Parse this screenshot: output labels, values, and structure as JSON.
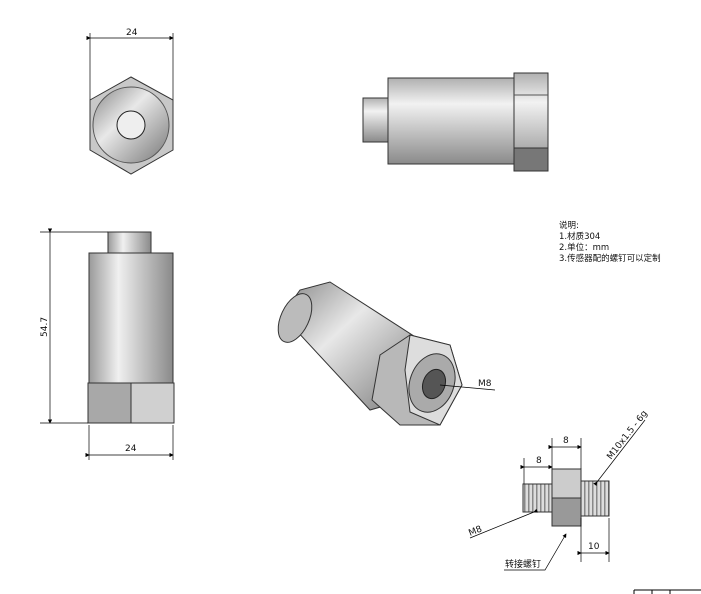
{
  "dimensions": {
    "top_width": "24",
    "height": "54.7",
    "front_width": "24",
    "iso_thread": "M8",
    "adapter_left_len": "8",
    "adapter_hex_len": "8",
    "adapter_right_len": "10",
    "adapter_thread_left": "M8",
    "adapter_thread_right": "M10x1.5 - 6g"
  },
  "labels": {
    "adapter_name": "转接螺钉"
  },
  "notes": {
    "title": "说明:",
    "items": [
      "1.材质304",
      "2.单位：mm",
      "3.传感器配的螺钉可以定制"
    ]
  }
}
